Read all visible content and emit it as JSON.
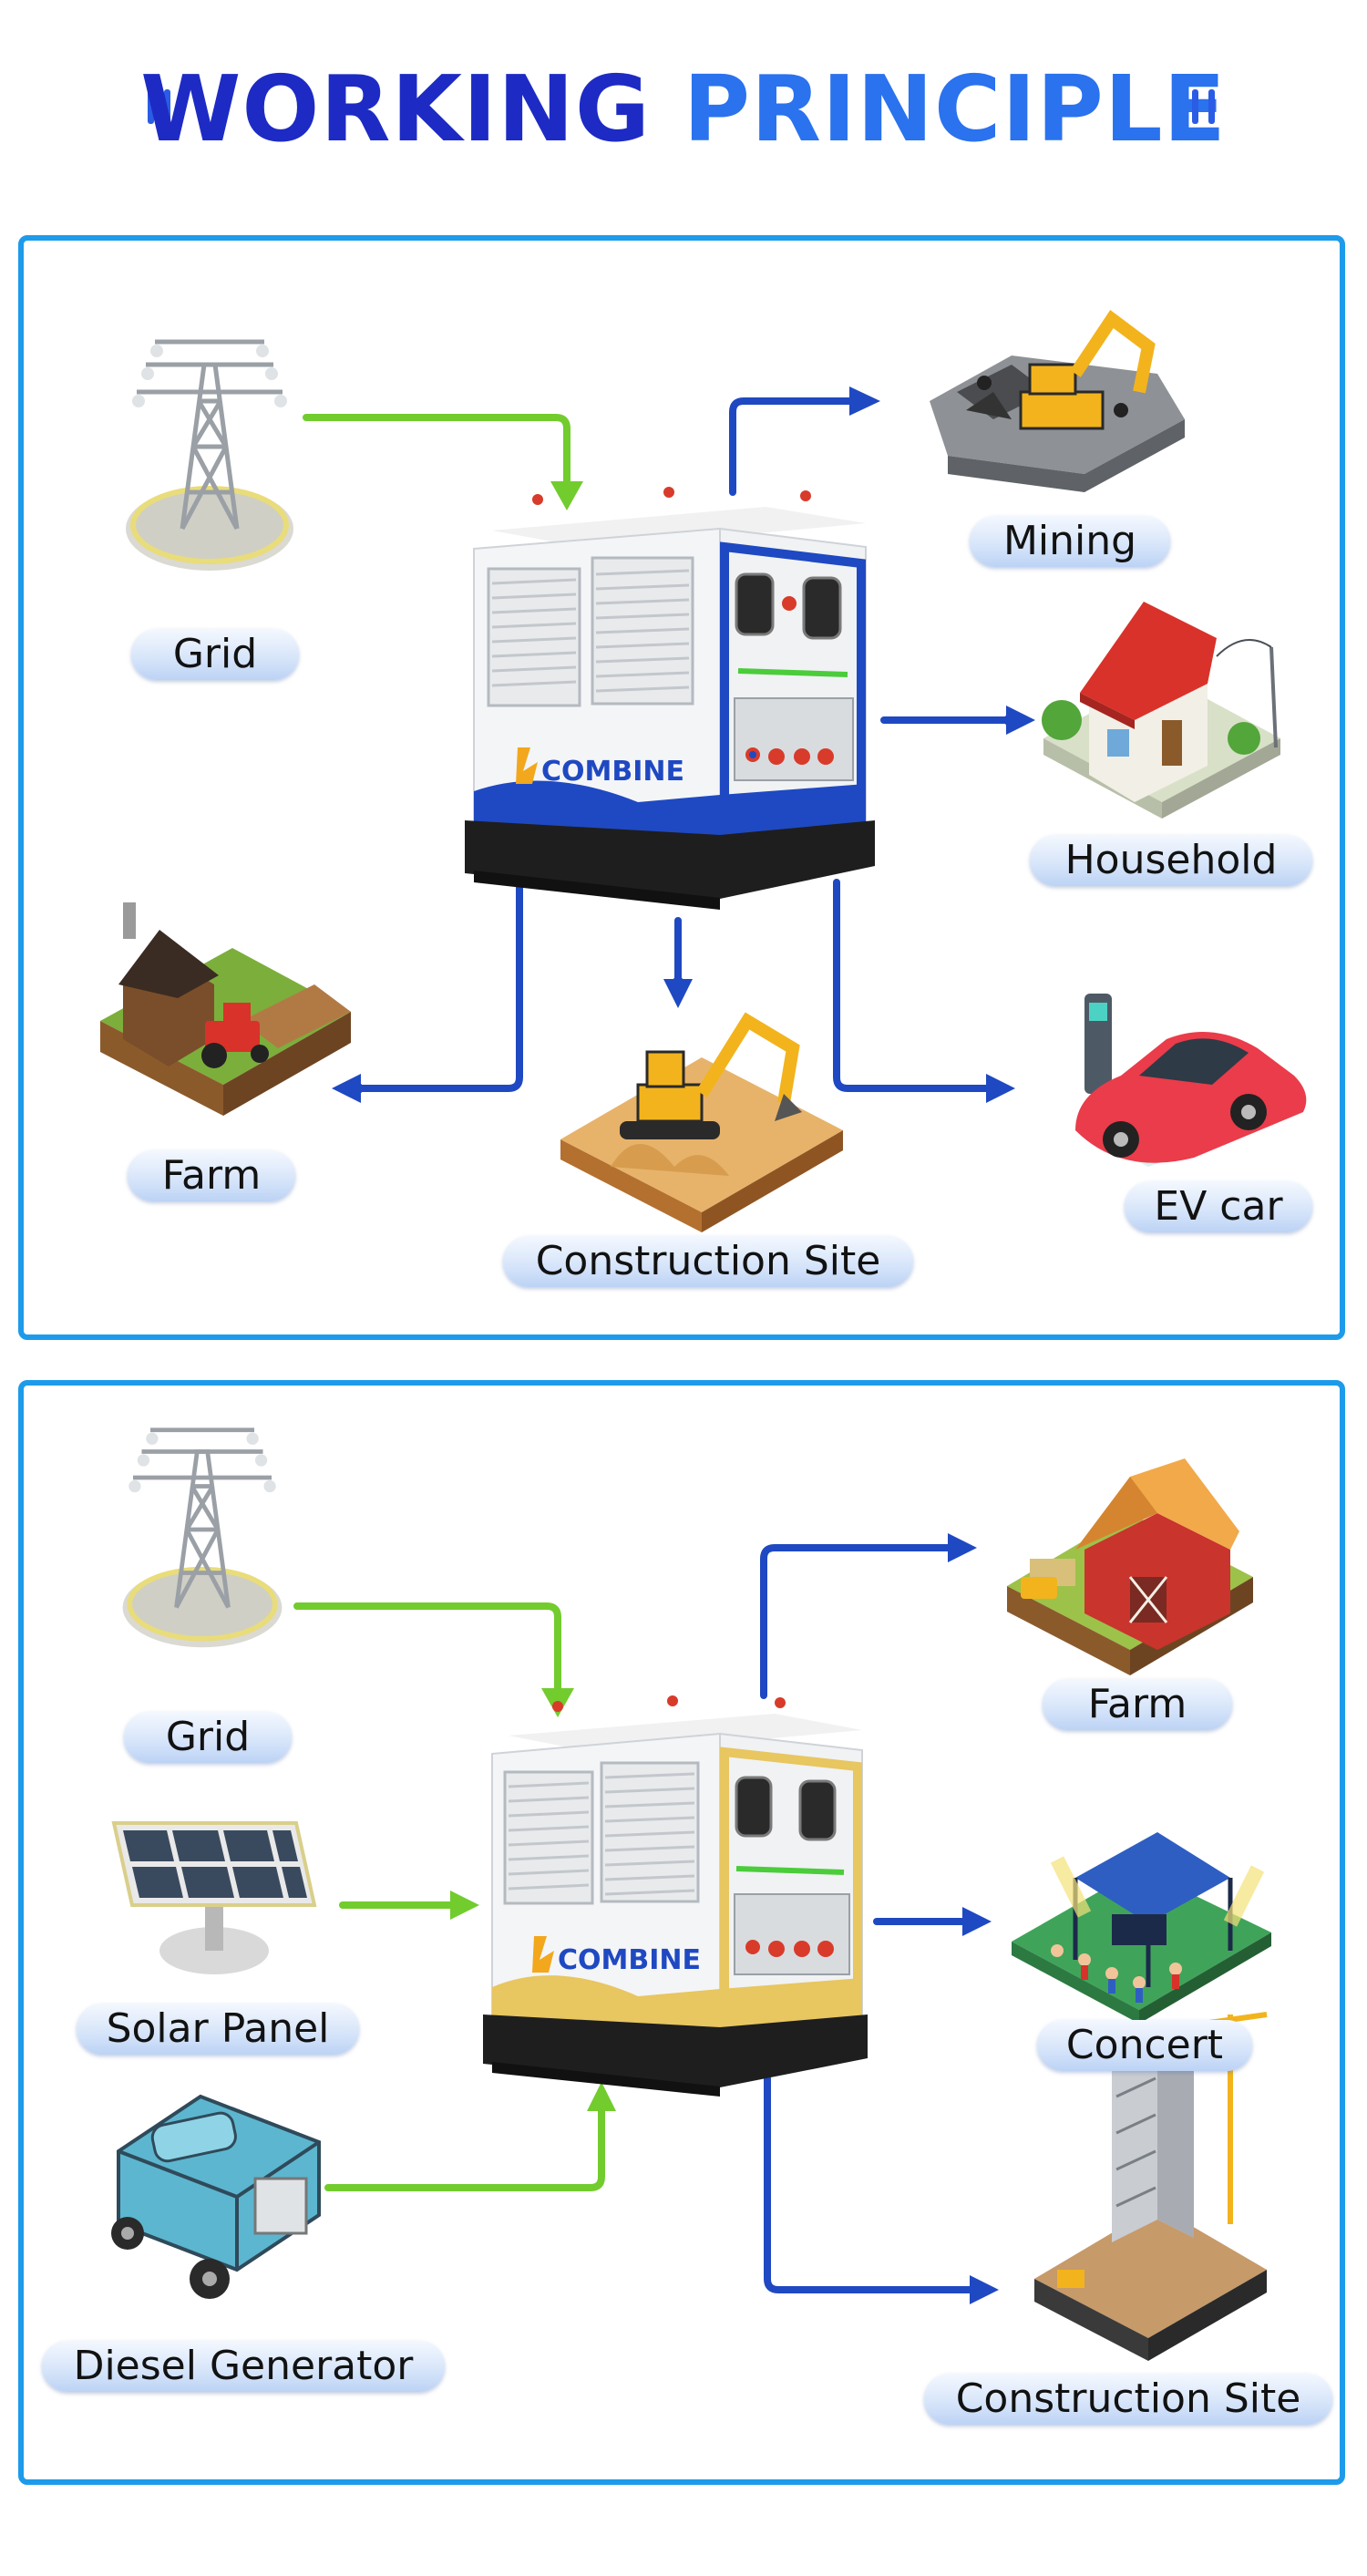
{
  "title": {
    "part1": "WORKING",
    "part2": "PRINCIPLE"
  },
  "colors": {
    "title_dark": "#1d2bc4",
    "title_light": "#2a72ee",
    "border": "#1d9bea",
    "arrow_green": "#72cc2e",
    "arrow_blue": "#1f49c2",
    "accent_blue": "#1f49c2",
    "accent_yellow": "#e8c660"
  },
  "brand": {
    "logo_text": "COMBINE"
  },
  "panel1": {
    "labels": {
      "grid": "Grid",
      "mining": "Mining",
      "household": "Household",
      "farm": "Farm",
      "construction": "Construction Site",
      "ev": "EV car"
    }
  },
  "panel2": {
    "labels": {
      "grid": "Grid",
      "solar": "Solar Panel",
      "diesel": "Diesel Generator",
      "farm": "Farm",
      "concert": "Concert",
      "construction": "Construction Site"
    }
  },
  "icons": [
    "power-tower-icon",
    "mining-excavator-icon",
    "house-icon",
    "farm-tractor-icon",
    "construction-excavator-icon",
    "ev-car-icon",
    "solar-panel-icon",
    "diesel-generator-icon",
    "barn-icon",
    "concert-stage-icon",
    "building-crane-icon",
    "energy-storage-cabinet-icon"
  ]
}
